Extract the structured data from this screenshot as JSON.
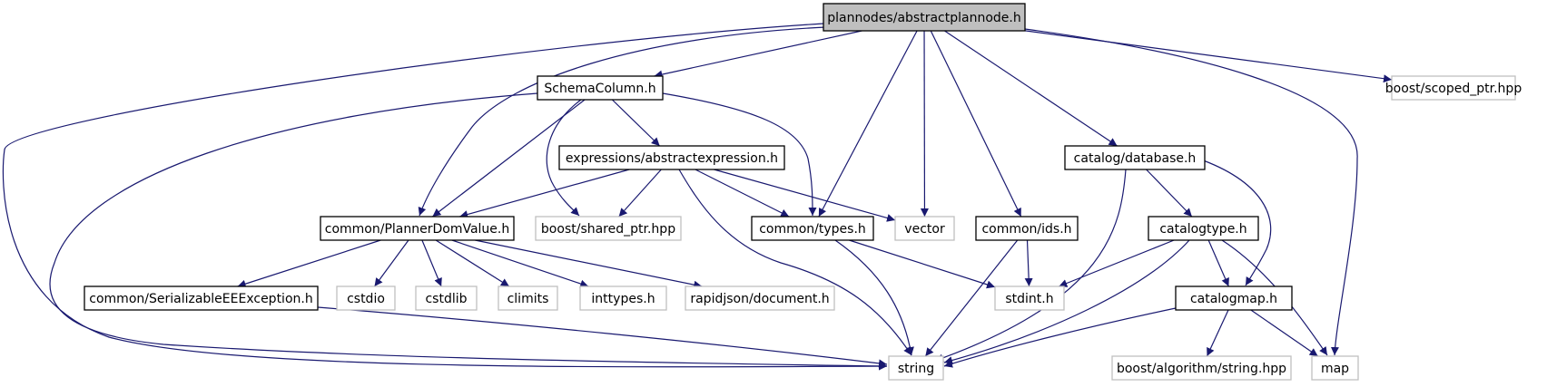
{
  "colors": {
    "edge": "#191970",
    "node_border": "#000000",
    "external_border": "#bfbfbf",
    "root_fill": "#bfbfbf",
    "text": "#000000",
    "background": "#ffffff"
  },
  "nodes": [
    {
      "id": "root",
      "label": "plannodes/abstractplannode.h",
      "kind": "root"
    },
    {
      "id": "schemacolumn",
      "label": "SchemaColumn.h",
      "kind": "header"
    },
    {
      "id": "scoped_ptr",
      "label": "boost/scoped_ptr.hpp",
      "kind": "external"
    },
    {
      "id": "abstractexpression",
      "label": "expressions/abstractexpression.h",
      "kind": "header"
    },
    {
      "id": "database",
      "label": "catalog/database.h",
      "kind": "header"
    },
    {
      "id": "plannerdomvalue",
      "label": "common/PlannerDomValue.h",
      "kind": "header"
    },
    {
      "id": "shared_ptr",
      "label": "boost/shared_ptr.hpp",
      "kind": "external"
    },
    {
      "id": "types",
      "label": "common/types.h",
      "kind": "header"
    },
    {
      "id": "vector",
      "label": "vector",
      "kind": "external"
    },
    {
      "id": "ids",
      "label": "common/ids.h",
      "kind": "header"
    },
    {
      "id": "catalogtype",
      "label": "catalogtype.h",
      "kind": "header"
    },
    {
      "id": "serializable",
      "label": "common/SerializableEEException.h",
      "kind": "header"
    },
    {
      "id": "cstdio",
      "label": "cstdio",
      "kind": "external"
    },
    {
      "id": "cstdlib",
      "label": "cstdlib",
      "kind": "external"
    },
    {
      "id": "climits",
      "label": "climits",
      "kind": "external"
    },
    {
      "id": "inttypes",
      "label": "inttypes.h",
      "kind": "external"
    },
    {
      "id": "rapidjson",
      "label": "rapidjson/document.h",
      "kind": "external"
    },
    {
      "id": "stdint",
      "label": "stdint.h",
      "kind": "external"
    },
    {
      "id": "catalogmap",
      "label": "catalogmap.h",
      "kind": "header"
    },
    {
      "id": "string",
      "label": "string",
      "kind": "external"
    },
    {
      "id": "boost_string",
      "label": "boost/algorithm/string.hpp",
      "kind": "external"
    },
    {
      "id": "map",
      "label": "map",
      "kind": "external"
    }
  ],
  "edges": [
    [
      "root",
      "schemacolumn"
    ],
    [
      "root",
      "scoped_ptr"
    ],
    [
      "root",
      "plannerdomvalue"
    ],
    [
      "root",
      "types"
    ],
    [
      "root",
      "vector"
    ],
    [
      "root",
      "ids"
    ],
    [
      "root",
      "database"
    ],
    [
      "root",
      "string"
    ],
    [
      "root",
      "map"
    ],
    [
      "schemacolumn",
      "abstractexpression"
    ],
    [
      "schemacolumn",
      "plannerdomvalue"
    ],
    [
      "schemacolumn",
      "shared_ptr"
    ],
    [
      "schemacolumn",
      "types"
    ],
    [
      "schemacolumn",
      "string"
    ],
    [
      "abstractexpression",
      "plannerdomvalue"
    ],
    [
      "abstractexpression",
      "shared_ptr"
    ],
    [
      "abstractexpression",
      "types"
    ],
    [
      "abstractexpression",
      "vector"
    ],
    [
      "abstractexpression",
      "string"
    ],
    [
      "plannerdomvalue",
      "serializable"
    ],
    [
      "plannerdomvalue",
      "cstdio"
    ],
    [
      "plannerdomvalue",
      "cstdlib"
    ],
    [
      "plannerdomvalue",
      "climits"
    ],
    [
      "plannerdomvalue",
      "inttypes"
    ],
    [
      "plannerdomvalue",
      "rapidjson"
    ],
    [
      "serializable",
      "string"
    ],
    [
      "types",
      "stdint"
    ],
    [
      "types",
      "string"
    ],
    [
      "ids",
      "stdint"
    ],
    [
      "ids",
      "string"
    ],
    [
      "database",
      "catalogtype"
    ],
    [
      "database",
      "catalogmap"
    ],
    [
      "database",
      "string"
    ],
    [
      "catalogtype",
      "stdint"
    ],
    [
      "catalogtype",
      "catalogmap"
    ],
    [
      "catalogtype",
      "string"
    ],
    [
      "catalogtype",
      "map"
    ],
    [
      "catalogmap",
      "string"
    ],
    [
      "catalogmap",
      "boost_string"
    ],
    [
      "catalogmap",
      "map"
    ]
  ]
}
